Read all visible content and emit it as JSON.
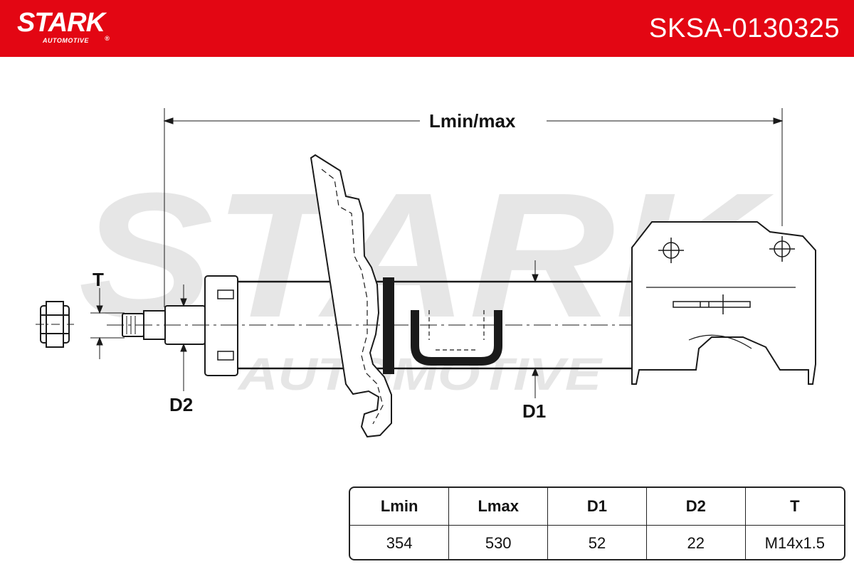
{
  "header": {
    "brand_name": "STARK",
    "brand_reg": "®",
    "brand_subtitle": "AUTOMOTIVE",
    "part_number": "SKSA-0130325",
    "background_color": "#e30613"
  },
  "drawing": {
    "watermark_main": "STARK",
    "watermark_sub": "AUTOMOTIVE",
    "dimension_labels": {
      "length": "Lmin/max",
      "thread": "T",
      "rod_diameter": "D2",
      "body_diameter": "D1"
    }
  },
  "specs_table": {
    "headers": [
      "Lmin",
      "Lmax",
      "D1",
      "D2",
      "T"
    ],
    "values": [
      "354",
      "530",
      "52",
      "22",
      "M14x1.5"
    ]
  }
}
